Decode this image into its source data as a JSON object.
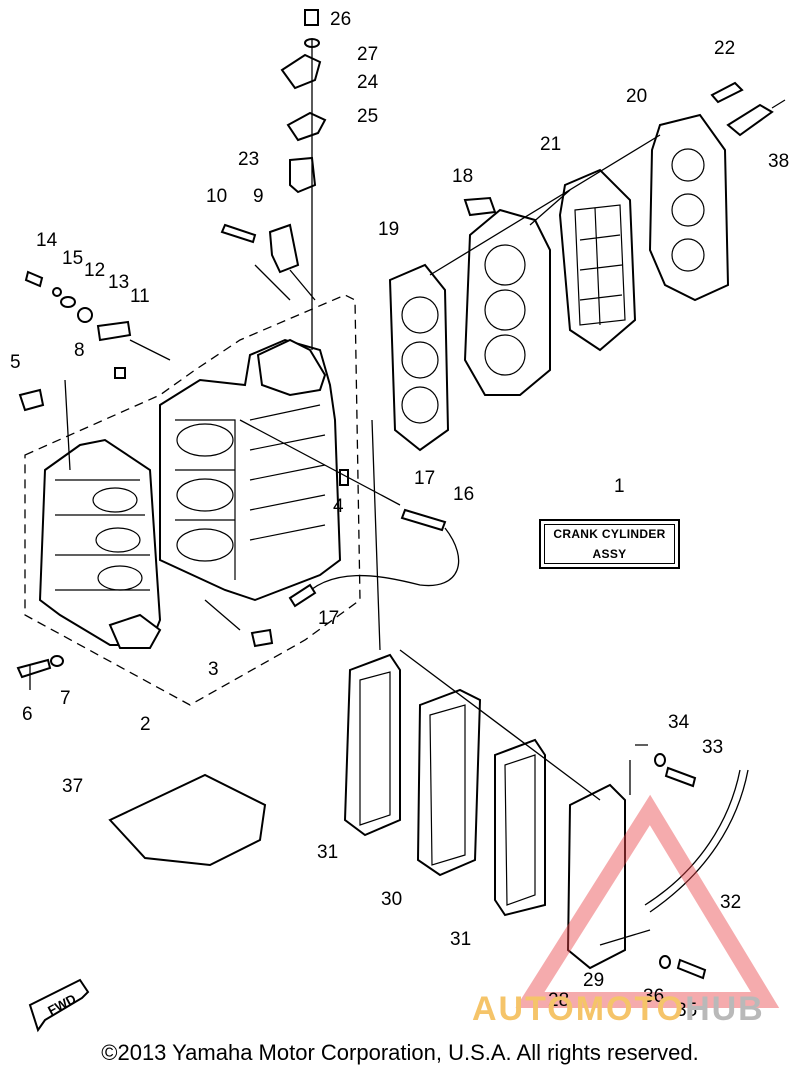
{
  "title_box": {
    "line1": "CRANK CYLINDER",
    "line2": "ASSY"
  },
  "copyright": "©2013 Yamaha Motor Corporation, U.S.A. All rights reserved.",
  "fwd_label": "FWD",
  "watermark": {
    "part1": "AUTOMOTO",
    "part2": "HUB",
    "color_primary": "#e8454a",
    "color_secondary": "#f5c469"
  },
  "callouts": [
    "1",
    "2",
    "3",
    "4",
    "5",
    "6",
    "7",
    "8",
    "9",
    "10",
    "11",
    "12",
    "13",
    "14",
    "15",
    "16",
    "17",
    "18",
    "19",
    "20",
    "21",
    "22",
    "23",
    "24",
    "25",
    "26",
    "27",
    "28",
    "29",
    "30",
    "31",
    "32",
    "33",
    "34",
    "35",
    "36",
    "37",
    "38"
  ],
  "callout_17_repeat": "17",
  "callout_31_repeat": "31",
  "icons": [
    "fwd-arrow-icon",
    "automotohub-triangle-logo"
  ]
}
